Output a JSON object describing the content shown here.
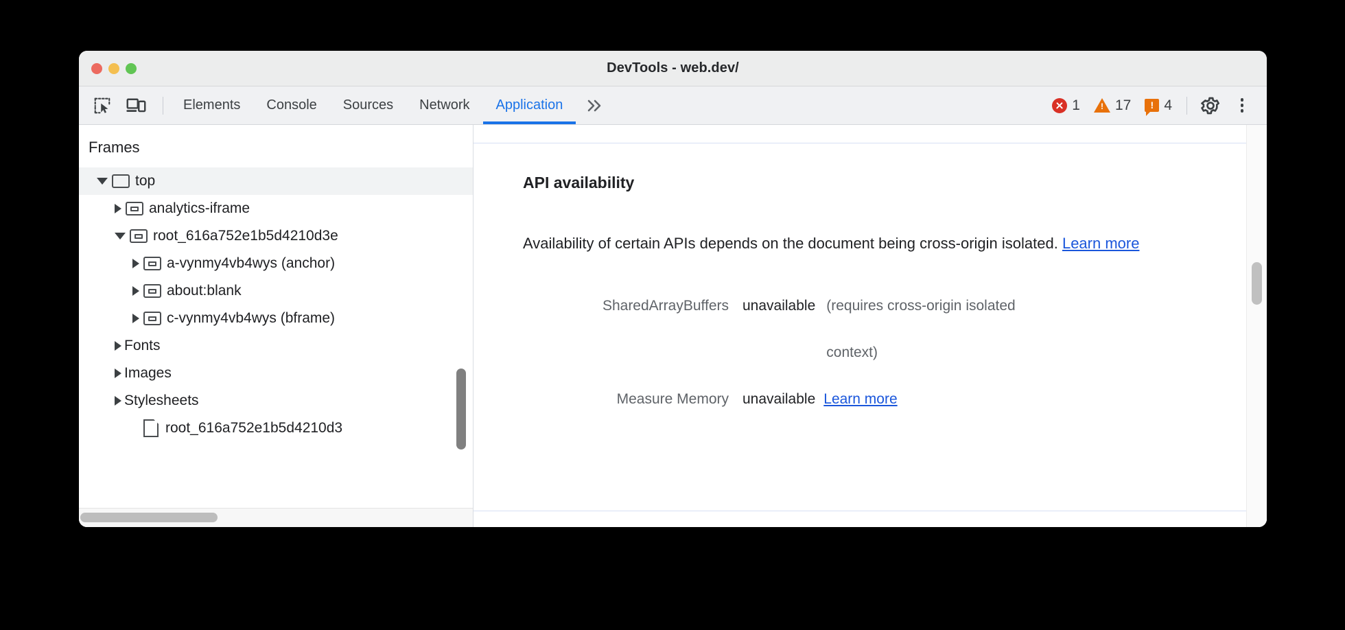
{
  "window": {
    "title": "DevTools - web.dev/",
    "traffic_lights": [
      "close-red",
      "minimize-yellow",
      "maximize-green"
    ]
  },
  "toolbar": {
    "inspect_icon": "inspect-element-icon",
    "device_icon": "device-toolbar-icon",
    "tabs": [
      {
        "label": "Elements",
        "active": false
      },
      {
        "label": "Console",
        "active": false
      },
      {
        "label": "Sources",
        "active": false
      },
      {
        "label": "Network",
        "active": false
      },
      {
        "label": "Application",
        "active": true
      }
    ],
    "more_tabs_glyph": "»",
    "counters": [
      {
        "name": "errors",
        "icon": "error-icon",
        "count": "1",
        "color": "#d93025"
      },
      {
        "name": "warnings",
        "icon": "warning-icon",
        "count": "17",
        "color": "#e8710a"
      },
      {
        "name": "issues",
        "icon": "issue-icon",
        "count": "4",
        "color": "#e8710a"
      }
    ],
    "settings_icon": "gear-icon",
    "menu_icon": "kebab-menu-icon"
  },
  "sidebar": {
    "title": "Frames",
    "tree": [
      {
        "label": "top",
        "depth": 0,
        "twisty": "open",
        "icon": "frame-icon",
        "selected": true
      },
      {
        "label": "analytics-iframe",
        "depth": 1,
        "twisty": "closed",
        "icon": "iframe-icon",
        "selected": false
      },
      {
        "label": "root_616a752e1b5d4210d3e",
        "depth": 1,
        "twisty": "open",
        "icon": "iframe-icon",
        "selected": false
      },
      {
        "label": "a-vynmy4vb4wys (anchor)",
        "depth": 2,
        "twisty": "closed",
        "icon": "iframe-icon",
        "selected": false
      },
      {
        "label": "about:blank",
        "depth": 2,
        "twisty": "closed",
        "icon": "iframe-icon",
        "selected": false
      },
      {
        "label": "c-vynmy4vb4wys (bframe)",
        "depth": 2,
        "twisty": "closed",
        "icon": "iframe-icon",
        "selected": false
      },
      {
        "label": "Fonts",
        "depth": 1,
        "twisty": "closed",
        "icon": "none",
        "selected": false
      },
      {
        "label": "Images",
        "depth": 1,
        "twisty": "closed",
        "icon": "none",
        "selected": false
      },
      {
        "label": "Stylesheets",
        "depth": 1,
        "twisty": "closed",
        "icon": "none",
        "selected": false
      },
      {
        "label": "root_616a752e1b5d4210d3",
        "depth": 2,
        "twisty": "none",
        "icon": "file-icon",
        "selected": false
      }
    ]
  },
  "main": {
    "section_title": "API availability",
    "description_before_link": "Availability of certain APIs depends on the document being cross-origin isolated. ",
    "description_link": "Learn more",
    "rows": [
      {
        "key": "SharedArrayBuffers",
        "value": "unavailable",
        "note": "(requires cross-origin isolated context)",
        "link": ""
      },
      {
        "key": "Measure Memory",
        "value": "unavailable",
        "note": "",
        "link": "Learn more"
      }
    ]
  },
  "colors": {
    "accent": "#1a73e8",
    "link": "#1a56db",
    "error": "#d93025",
    "warning": "#e8710a",
    "titlebar": "#eceded",
    "toolbar": "#f0f1f3",
    "selected_row": "#f1f3f4"
  }
}
